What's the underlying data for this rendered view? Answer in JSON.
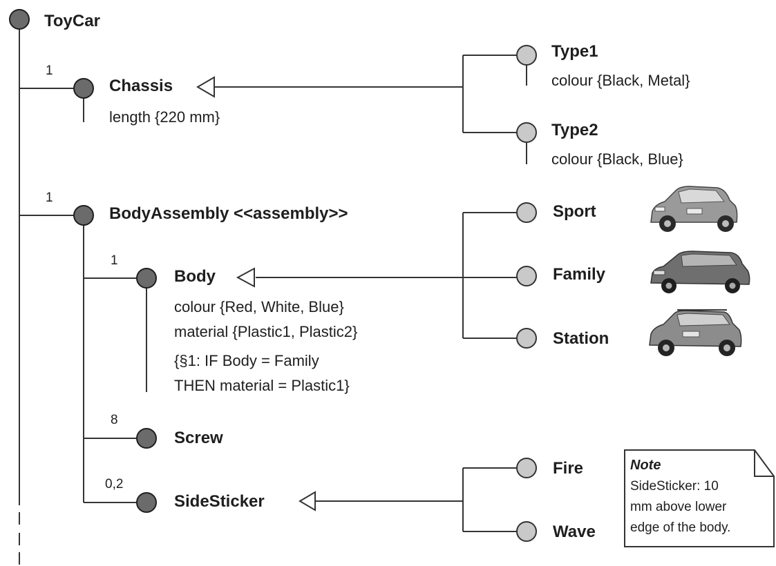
{
  "root": {
    "name": "ToyCar"
  },
  "chassis": {
    "name": "Chassis",
    "multiplicity": "1",
    "attr": "length {220 mm}",
    "variants": [
      {
        "name": "Type1",
        "attr": "colour {Black, Metal}"
      },
      {
        "name": "Type2",
        "attr": "colour {Black, Blue}"
      }
    ]
  },
  "body_assembly": {
    "name": "BodyAssembly <<assembly>>",
    "multiplicity": "1",
    "body": {
      "name": "Body",
      "multiplicity": "1",
      "attrs": [
        "colour {Red, White, Blue}",
        "material {Plastic1, Plastic2}",
        "{§1: IF Body = Family",
        "THEN material = Plastic1}"
      ],
      "variants": [
        {
          "name": "Sport",
          "image": "sport-car-picture"
        },
        {
          "name": "Family",
          "image": "family-car-picture"
        },
        {
          "name": "Station",
          "image": "station-wagon-picture"
        }
      ]
    },
    "screw": {
      "name": "Screw",
      "multiplicity": "8"
    },
    "side_sticker": {
      "name": "SideSticker",
      "multiplicity": "0,2",
      "variants": [
        {
          "name": "Fire"
        },
        {
          "name": "Wave"
        }
      ]
    }
  },
  "note": {
    "title": "Note",
    "lines": [
      "SideSticker: 10",
      "mm above lower",
      "edge of the body."
    ]
  },
  "colors": {
    "line": "#333333",
    "part_node_fill": "#6b6b6b",
    "variant_node_fill": "#c9c9c9"
  }
}
